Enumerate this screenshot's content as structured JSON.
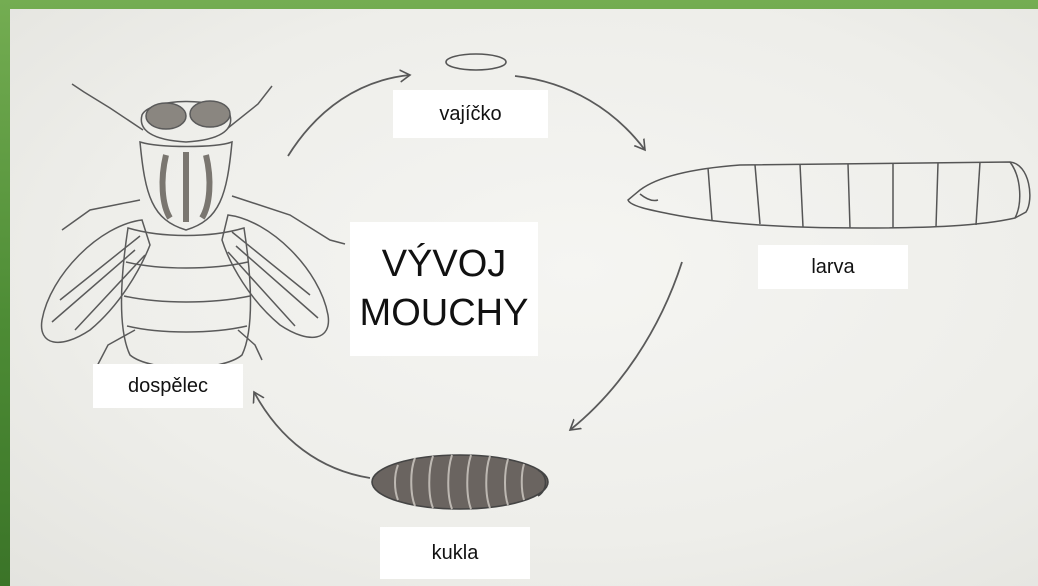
{
  "title": {
    "line1": "VÝVOJ",
    "line2": "MOUCHY"
  },
  "stages": {
    "egg": "vajíčko",
    "larva": "larva",
    "pupa": "kukla",
    "adult": "dospělec"
  },
  "colors": {
    "frame": "#4d8c35",
    "paper": "#f0f0ec",
    "pencil": "#555555",
    "pupa_fill": "#6a6460"
  }
}
